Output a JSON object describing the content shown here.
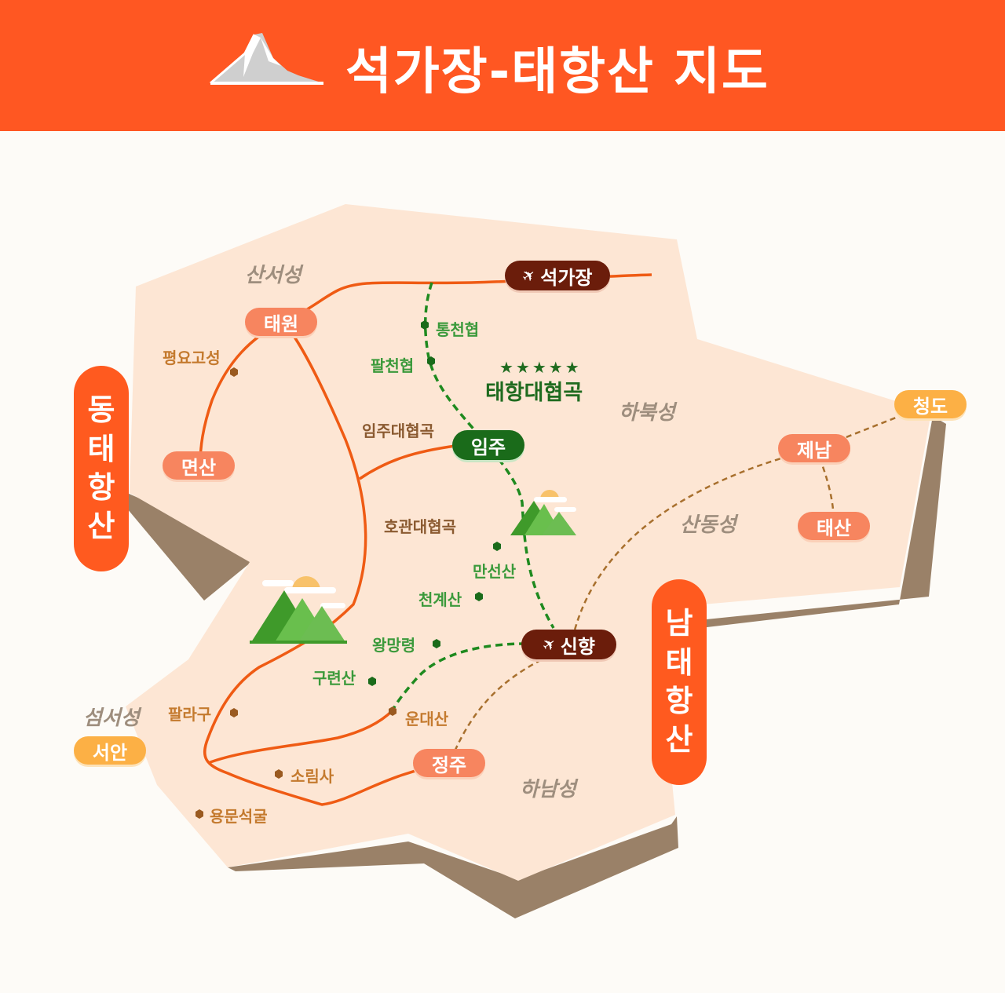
{
  "header": {
    "title": "석가장-태항산 지도",
    "icon": "mountain-icon",
    "bg_color": "#ff5722"
  },
  "regions": {
    "shanxi": "산서성",
    "hebei": "하북성",
    "shandong": "산동성",
    "shaanxi": "섬서성",
    "henan": "하남성"
  },
  "side_labels": {
    "east_taihang": [
      "동",
      "태",
      "항",
      "산"
    ],
    "south_taihang": [
      "남",
      "태",
      "항",
      "산"
    ]
  },
  "cities": {
    "shijiazhuang": "석가장",
    "taiyuan": "태원",
    "mianshan": "면산",
    "linzhou": "임주",
    "xinxiang": "신향",
    "zhengzhou": "정주",
    "xian": "서안",
    "qingdao": "청도",
    "jinan": "제남",
    "taishan": "태산"
  },
  "canyon": {
    "stars": "★★★★★",
    "name": "태항대협곡"
  },
  "poi_labels": {
    "tongtianxia": "통천협",
    "batianxia": "팔천협",
    "pingyao": "평요고성",
    "linzhou_canyon": "임주대협곡",
    "huguan_canyon": "호관대협곡",
    "wanxianshan": "만선산",
    "tianjieshan": "천계산",
    "wangmangling": "왕망령",
    "guolianshan": "구련산",
    "yuntaishan": "운대산",
    "balagou": "팔라구",
    "shaolinsi": "소림사",
    "longmen": "용문석굴"
  },
  "colors": {
    "land": "#fde6d4",
    "land_side": "#9a8168",
    "route_orange": "#ef5b14",
    "route_green": "#1f8a1f",
    "route_brown": "#a8702e",
    "accent": "#ff5a1f"
  },
  "icons": {
    "airport": "airplane-icon",
    "scenic": "mountain-scene-icon",
    "poi": "hexagon-marker-icon"
  }
}
